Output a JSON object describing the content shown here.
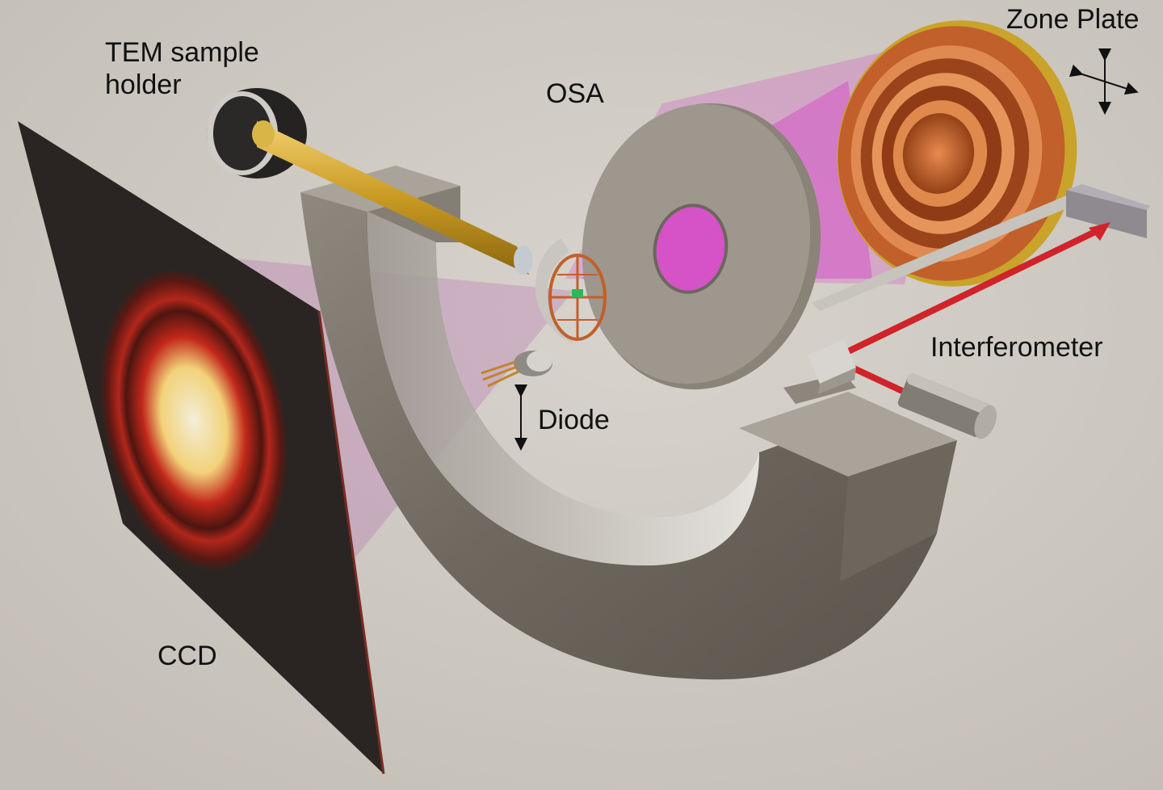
{
  "labels": {
    "zone_plate": "Zone Plate",
    "tem_line1": "TEM sample",
    "tem_line2": "holder",
    "osa": "OSA",
    "interferometer": "Interferometer",
    "diode": "Diode",
    "ccd": "CCD"
  },
  "colors": {
    "background": "#cfcac3",
    "xray_beam": "#d63fc8",
    "laser_beam": "#d0232a",
    "magnet": "#7d766c",
    "copper": "#c1602a",
    "gold": "#d6b034",
    "ccd_panel": "#2a2522"
  }
}
